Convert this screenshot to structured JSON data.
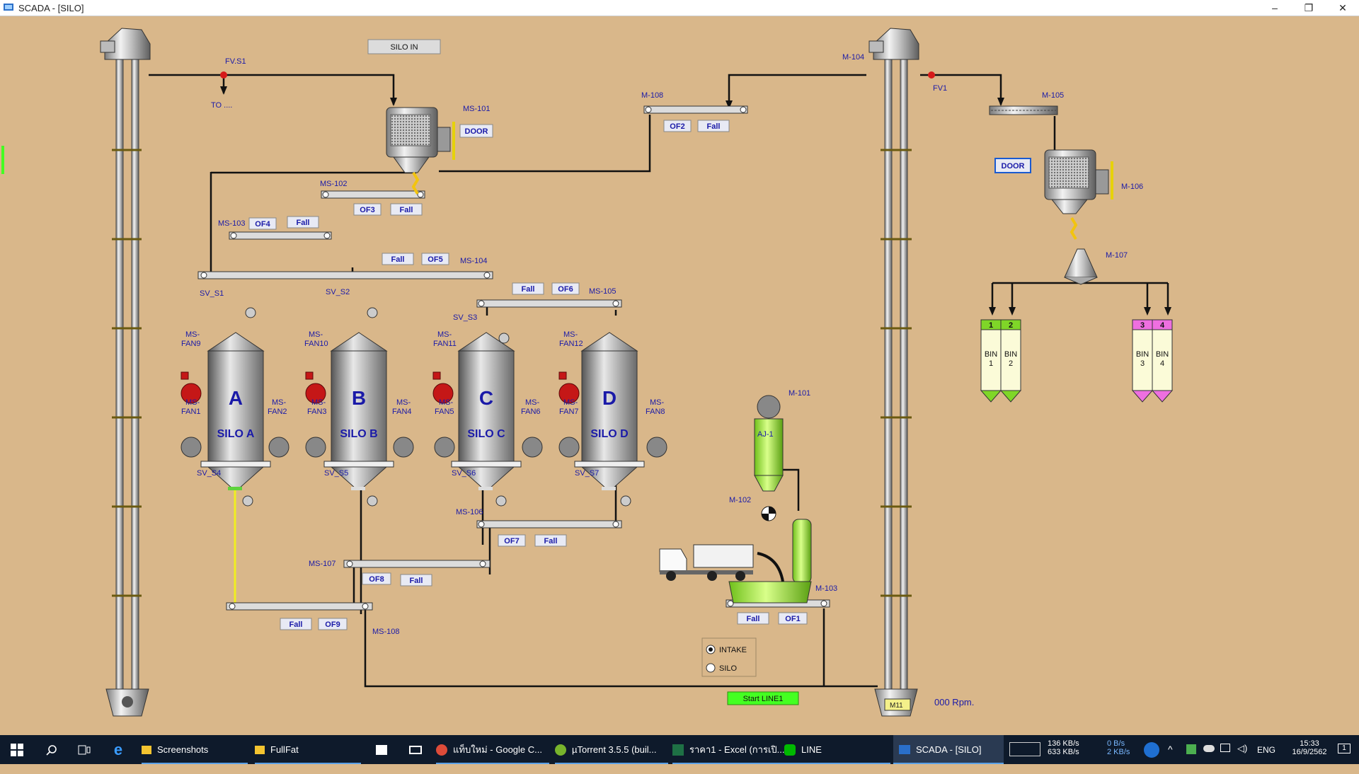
{
  "window": {
    "title": "SCADA - [SILO]",
    "minimize": "–",
    "maximize": "❐",
    "close": "✕"
  },
  "buttons": {
    "silo_in": "SILO IN",
    "door1": "DOOR",
    "door2": "DOOR",
    "start": "Start LINE1"
  },
  "labels": {
    "fvs1": "FV.S1",
    "to": "TO ....",
    "ms101": "MS-101",
    "ms102": "MS-102",
    "ms103": "MS-103",
    "ms104": "MS-104",
    "ms105": "MS-105",
    "ms106": "MS-106",
    "ms107": "MS-107",
    "ms108": "MS-108",
    "m104": "M-104",
    "m108": "M-108",
    "fv1": "FV1",
    "m105": "M-105",
    "m106": "M-106",
    "m107": "M-107",
    "m101": "M-101",
    "m102": "M-102",
    "m103": "M-103",
    "aj1": "AJ-1",
    "svs1": "SV_S1",
    "svs2": "SV_S2",
    "svs3": "SV_S3",
    "svs4": "SV_S4",
    "svs5": "SV_S5",
    "svs6": "SV_S6",
    "svs7": "SV_S7",
    "fan9": [
      "MS-",
      "FAN9"
    ],
    "fan10": [
      "MS-",
      "FAN10"
    ],
    "fan11": [
      "MS-",
      "FAN11"
    ],
    "fan12": [
      "MS-",
      "FAN12"
    ],
    "fan1": [
      "MS-",
      "FAN1"
    ],
    "fan2": [
      "MS-",
      "FAN2"
    ],
    "fan3": [
      "MS-",
      "FAN3"
    ],
    "fan4": [
      "MS-",
      "FAN4"
    ],
    "fan5": [
      "MS-",
      "FAN5"
    ],
    "fan6": [
      "MS-",
      "FAN6"
    ],
    "fan7": [
      "MS-",
      "FAN7"
    ],
    "fan8": [
      "MS-",
      "FAN8"
    ],
    "rpm": "000 Rpm.",
    "m11": "M11"
  },
  "tags": {
    "of2": "OF2",
    "fall_m108": "Fall",
    "of3": "OF3",
    "fall_ms102": "Fall",
    "of4": "OF4",
    "fall_ms103": "Fall",
    "fall_ms104": "Fall",
    "of5": "OF5",
    "fall_ms105": "Fall",
    "of6": "OF6",
    "of7": "OF7",
    "fall_ms106": "Fall",
    "of8": "OF8",
    "fall_ms107": "Fall",
    "fall_ms108": "Fall",
    "of9": "OF9",
    "fall_m103": "Fall",
    "of1": "OF1"
  },
  "silos": [
    {
      "letter": "A",
      "name": "SILO A"
    },
    {
      "letter": "B",
      "name": "SILO B"
    },
    {
      "letter": "C",
      "name": "SILO C"
    },
    {
      "letter": "D",
      "name": "SILO D"
    }
  ],
  "bins": [
    {
      "num": "1",
      "l1": "BIN",
      "l2": "1"
    },
    {
      "num": "2",
      "l1": "BIN",
      "l2": "2"
    },
    {
      "num": "3",
      "l1": "BIN",
      "l2": "3"
    },
    {
      "num": "4",
      "l1": "BIN",
      "l2": "4"
    }
  ],
  "mode": {
    "intake": "INTAKE",
    "silo": "SILO",
    "selected": "INTAKE"
  },
  "colors": {
    "background": "#d9b78a",
    "label_blue": "#1a1aa8",
    "start_green": "#44ff22",
    "bin_green": "#7fd628",
    "bin_pink": "#ee6fe0",
    "feed_yellow": "#f5f032"
  },
  "taskbar": {
    "items": [
      "Screenshots",
      "FullFat",
      "แท็บใหม่ - Google C...",
      "µTorrent 3.5.5  (buil...",
      "ราคา1 - Excel (การเปิ...",
      "LINE",
      "SCADA - [SILO]"
    ],
    "net_up": "136 KB/s",
    "net_down": "633 KB/s",
    "net2_up": "0 B/s",
    "net2_down": "2 KB/s",
    "lang": "ENG",
    "time": "15:33",
    "date": "16/9/2562",
    "notif": "1"
  }
}
